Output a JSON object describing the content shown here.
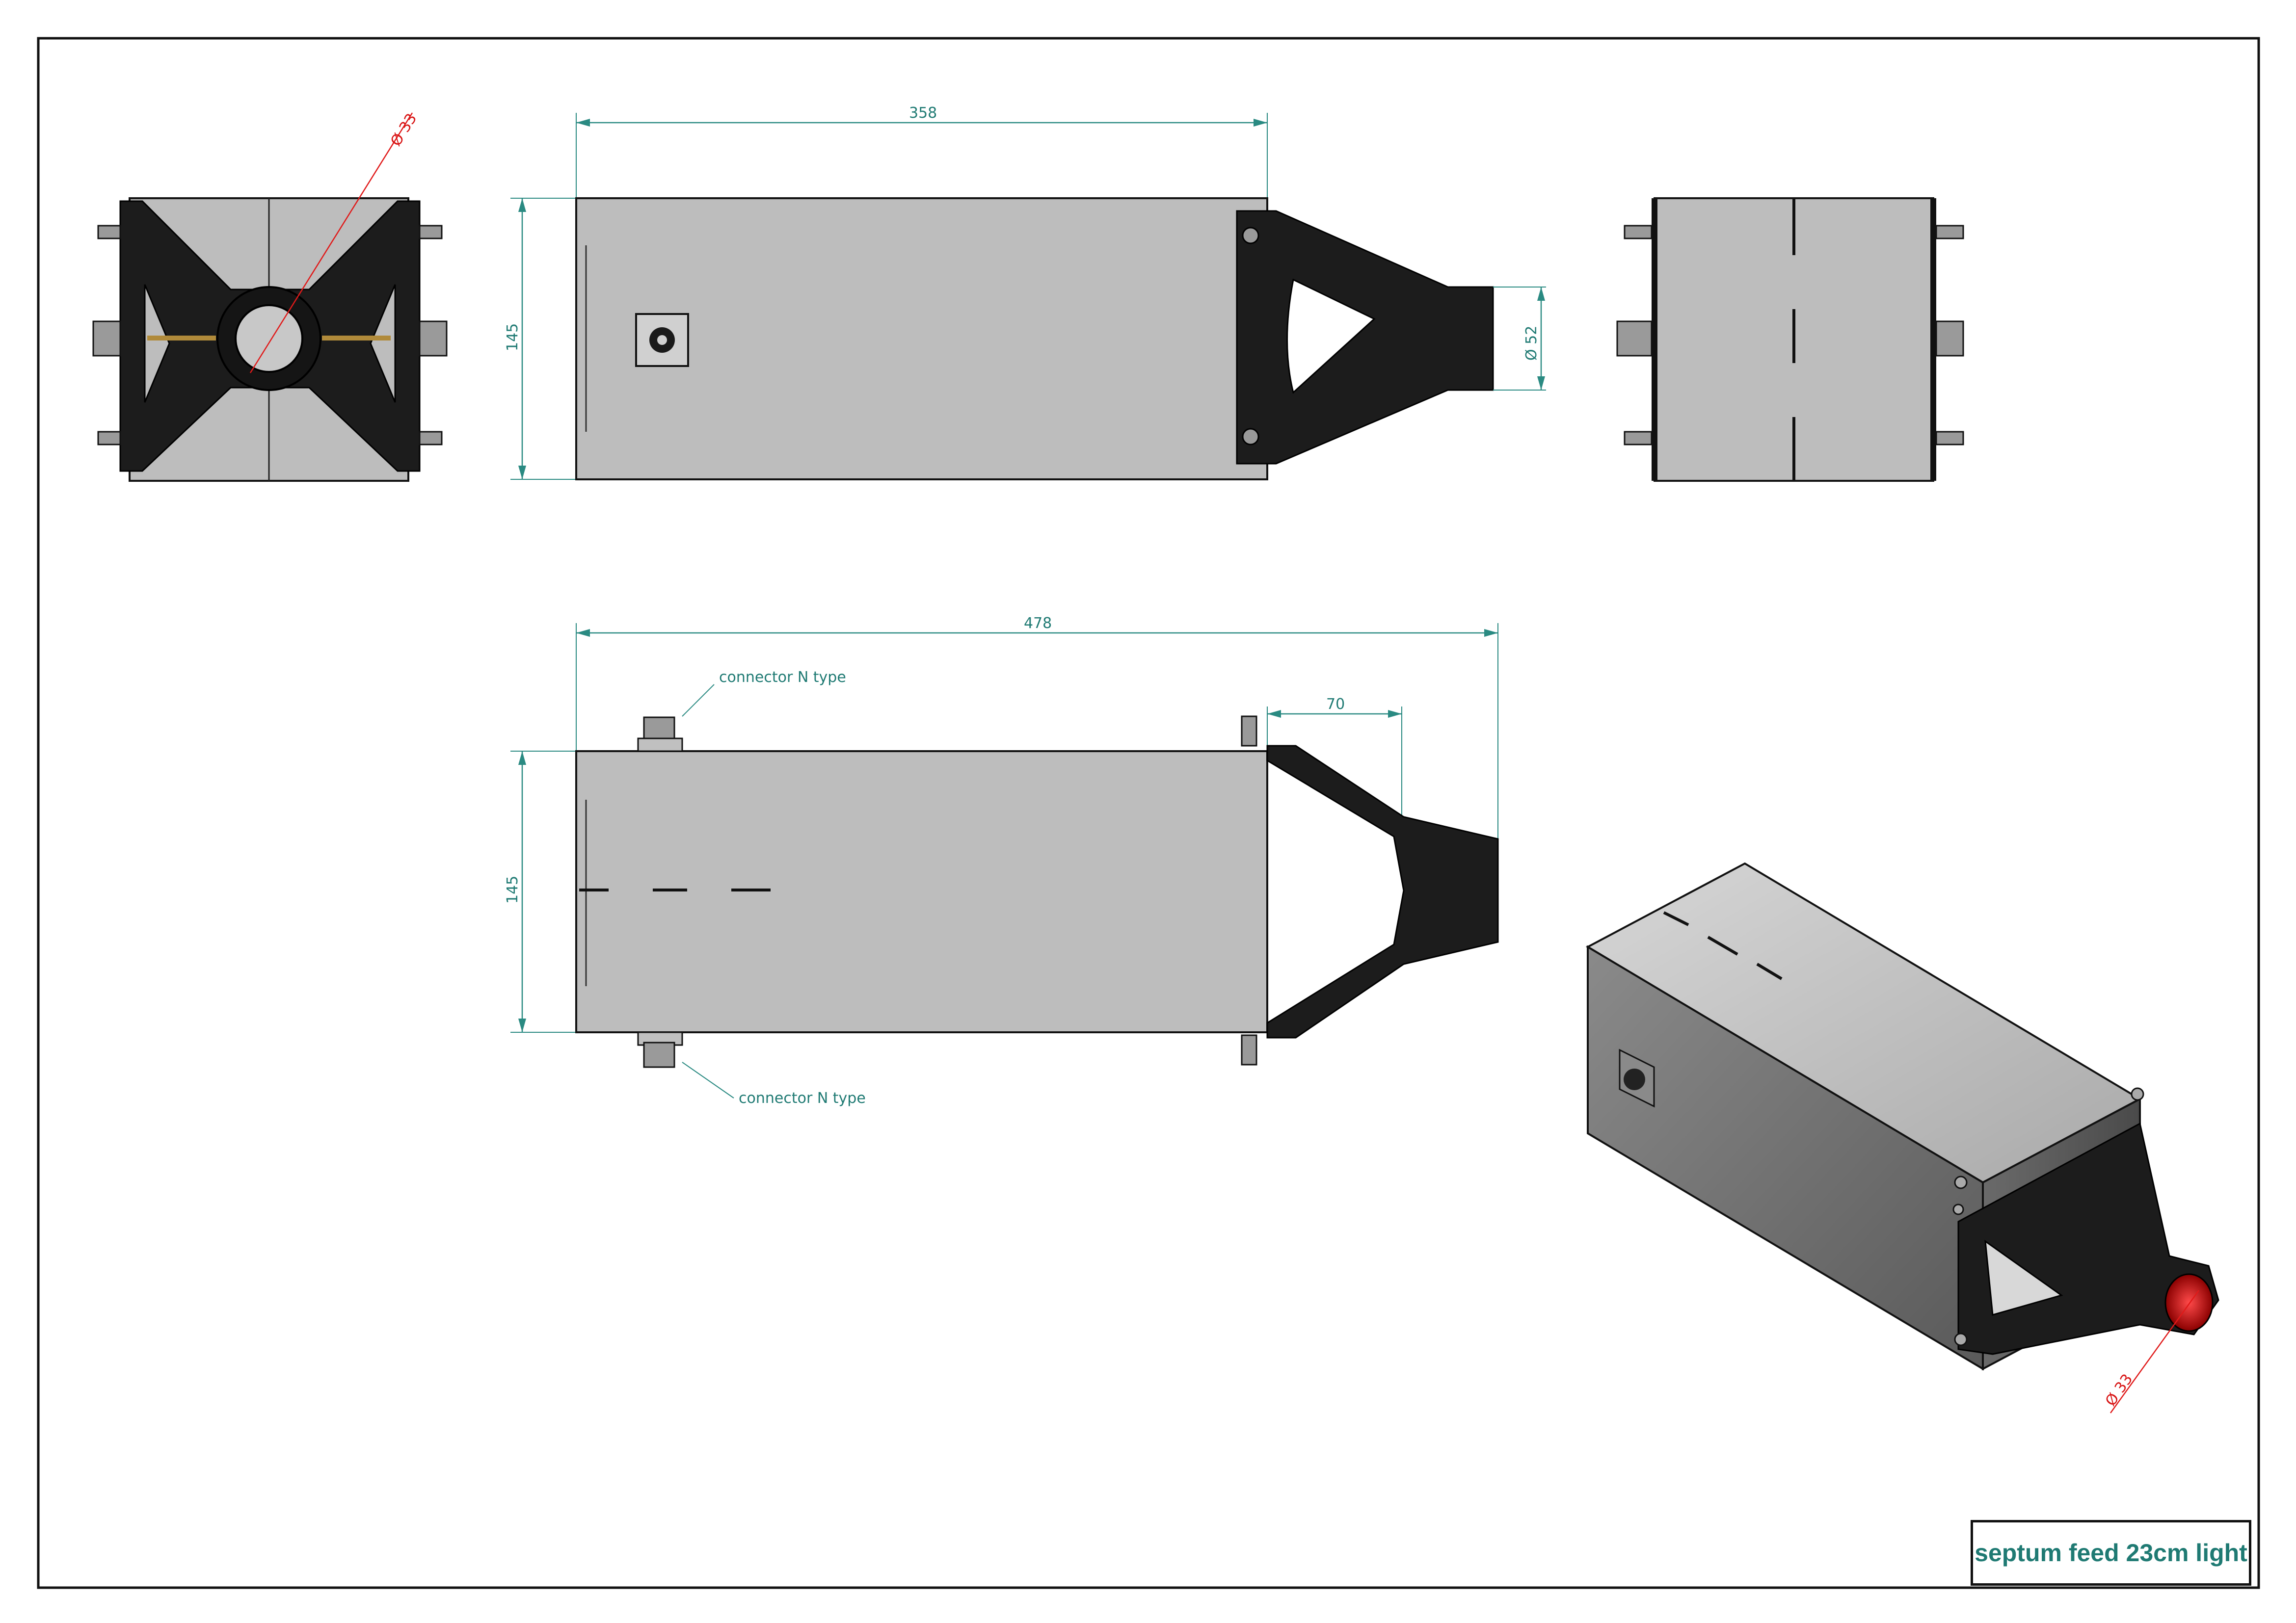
{
  "title_block": {
    "title": "septum feed 23cm light"
  },
  "front_view": {
    "diameter_label": "Ø 33"
  },
  "top_view": {
    "length_label": "358",
    "height_label": "145",
    "diameter_label": "Ø 52"
  },
  "side_view": {
    "length_label": "478",
    "height_label": "145",
    "horn_label": "70",
    "connector_top_label": "connector N type",
    "connector_bottom_label": "connector N type"
  },
  "iso_view": {
    "diameter_label": "Ø 33"
  },
  "colors": {
    "dimension": "#1f7a73",
    "accent": "#e01a1a",
    "body": "#bdbdbd",
    "part": "#1c1c1c"
  }
}
